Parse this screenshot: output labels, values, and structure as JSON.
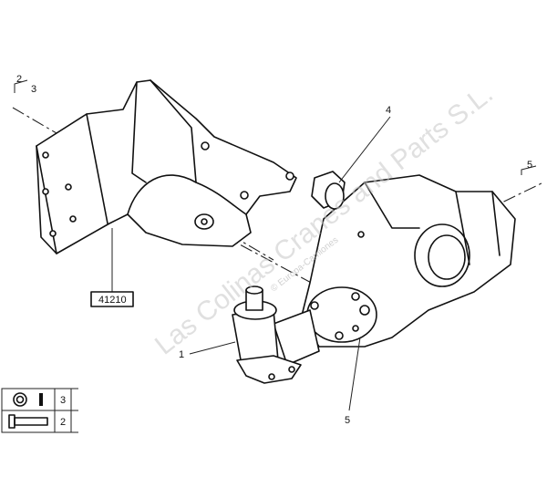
{
  "callouts": {
    "c1": "1",
    "c2": "2",
    "c3": "3",
    "c4": "4",
    "c5_top": "5",
    "c5_bottom": "5",
    "part_number": "41210"
  },
  "legend": [
    {
      "icon": "washer-icon",
      "ref": "3"
    },
    {
      "icon": "bolt-icon",
      "ref": "2"
    }
  ],
  "watermark": {
    "main": "Las Colinas Cranes and Parts S.L.",
    "sub": "© Europa-Camiones"
  }
}
